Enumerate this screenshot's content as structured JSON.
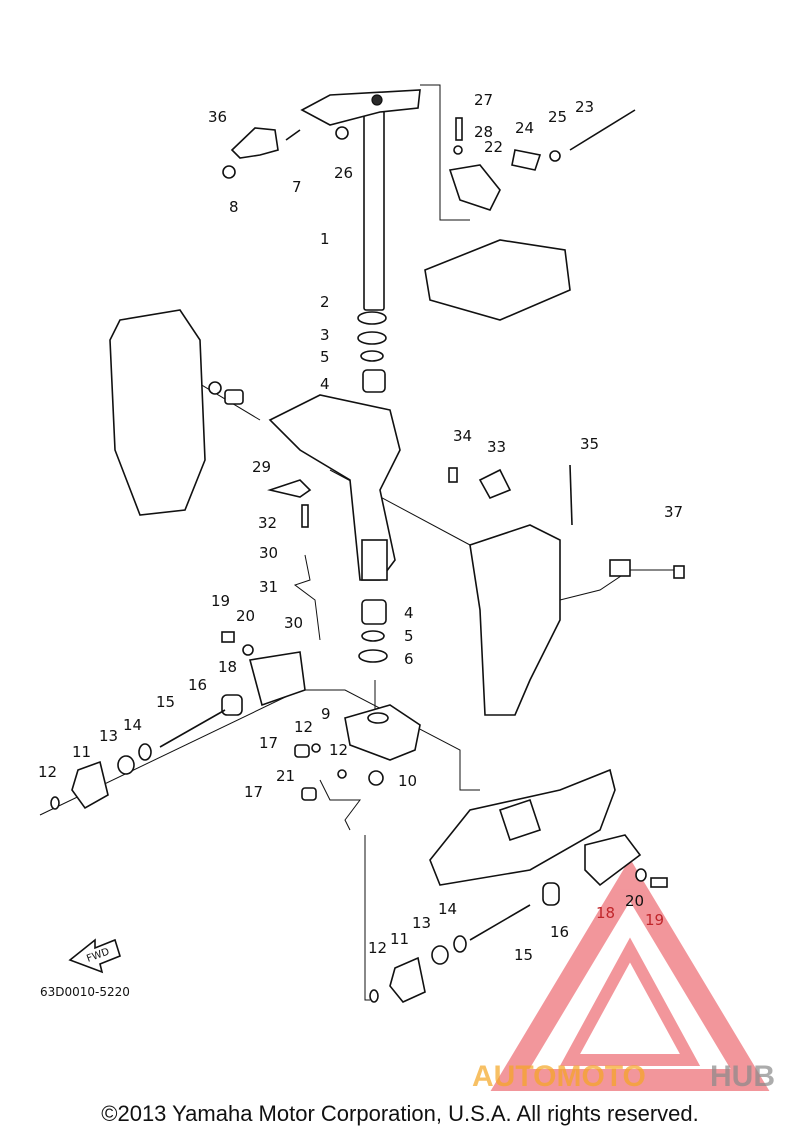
{
  "diagram": {
    "code": "63D0010-5220",
    "fwd_label": "FWD",
    "copyright": "©2013 Yamaha Motor Corporation, U.S.A. All rights reserved.",
    "watermark": {
      "text_orange": "AUTOMOTO",
      "text_gray": "HUB",
      "color_orange": "#f5a623",
      "color_gray": "#8a8a8a",
      "color_triangle": "#e8414a"
    },
    "callouts": [
      {
        "id": "c36",
        "label": "36"
      },
      {
        "id": "c7",
        "label": "7"
      },
      {
        "id": "c8",
        "label": "8"
      },
      {
        "id": "c26",
        "label": "26"
      },
      {
        "id": "c27",
        "label": "27"
      },
      {
        "id": "c28",
        "label": "28"
      },
      {
        "id": "c22",
        "label": "22"
      },
      {
        "id": "c24",
        "label": "24"
      },
      {
        "id": "c25",
        "label": "25"
      },
      {
        "id": "c23",
        "label": "23"
      },
      {
        "id": "c1",
        "label": "1"
      },
      {
        "id": "c2",
        "label": "2"
      },
      {
        "id": "c3",
        "label": "3"
      },
      {
        "id": "c5a",
        "label": "5"
      },
      {
        "id": "c4a",
        "label": "4"
      },
      {
        "id": "c34",
        "label": "34"
      },
      {
        "id": "c33",
        "label": "33"
      },
      {
        "id": "c35",
        "label": "35"
      },
      {
        "id": "c29",
        "label": "29"
      },
      {
        "id": "c32",
        "label": "32"
      },
      {
        "id": "c30a",
        "label": "30"
      },
      {
        "id": "c31",
        "label": "31"
      },
      {
        "id": "c37",
        "label": "37"
      },
      {
        "id": "c4b",
        "label": "4"
      },
      {
        "id": "c5b",
        "label": "5"
      },
      {
        "id": "c6",
        "label": "6"
      },
      {
        "id": "c19a",
        "label": "19"
      },
      {
        "id": "c20a",
        "label": "20"
      },
      {
        "id": "c30b",
        "label": "30"
      },
      {
        "id": "c18a",
        "label": "18"
      },
      {
        "id": "c16a",
        "label": "16"
      },
      {
        "id": "c15a",
        "label": "15"
      },
      {
        "id": "c9",
        "label": "9"
      },
      {
        "id": "c14a",
        "label": "14"
      },
      {
        "id": "c13a",
        "label": "13"
      },
      {
        "id": "c12a",
        "label": "12"
      },
      {
        "id": "c11a",
        "label": "11"
      },
      {
        "id": "c12b",
        "label": "12"
      },
      {
        "id": "c17a",
        "label": "17"
      },
      {
        "id": "c12c",
        "label": "12"
      },
      {
        "id": "c21",
        "label": "21"
      },
      {
        "id": "c10",
        "label": "10"
      },
      {
        "id": "c17b",
        "label": "17"
      },
      {
        "id": "c18b",
        "label": "18"
      },
      {
        "id": "c20b",
        "label": "20"
      },
      {
        "id": "c19b",
        "label": "19"
      },
      {
        "id": "c14b",
        "label": "14"
      },
      {
        "id": "c13b",
        "label": "13"
      },
      {
        "id": "c16b",
        "label": "16"
      },
      {
        "id": "c15b",
        "label": "15"
      },
      {
        "id": "c12d",
        "label": "12"
      },
      {
        "id": "c11b",
        "label": "11"
      }
    ]
  }
}
